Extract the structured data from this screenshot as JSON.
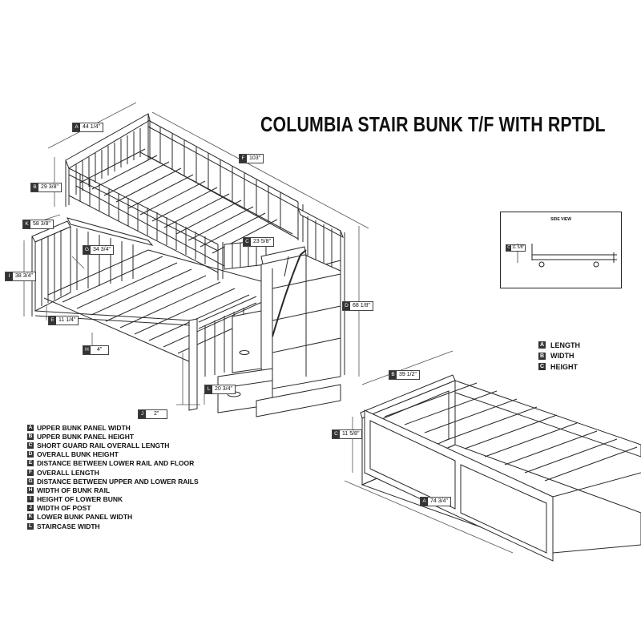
{
  "title": "COLUMBIA STAIR BUNK T/F WITH RPTDL",
  "bunk_dimensions": [
    {
      "key": "A",
      "value": "44 1/4\""
    },
    {
      "key": "F",
      "value": "103\""
    },
    {
      "key": "B",
      "value": "29 3/8\""
    },
    {
      "key": "K",
      "value": "58 3/8\""
    },
    {
      "key": "C",
      "value": "23 5/8\""
    },
    {
      "key": "G",
      "value": "34 3/4\""
    },
    {
      "key": "I",
      "value": "38 3/4\""
    },
    {
      "key": "D",
      "value": "68 1/8\""
    },
    {
      "key": "E",
      "value": "11 1/4\""
    },
    {
      "key": "H",
      "value": "4\""
    },
    {
      "key": "L",
      "value": "20 3/4\""
    },
    {
      "key": "J",
      "value": "2\""
    }
  ],
  "side_view": {
    "title": "SIDE VIEW",
    "dimension": {
      "key": "C",
      "value": "11 5/8\""
    }
  },
  "key_legend": [
    {
      "key": "A",
      "label": "LENGTH"
    },
    {
      "key": "B",
      "label": "WIDTH"
    },
    {
      "key": "C",
      "label": "HEIGHT"
    }
  ],
  "trundle_dimensions": [
    {
      "key": "B",
      "value": "39 1/2\""
    },
    {
      "key": "C",
      "value": "11 5/8\""
    },
    {
      "key": "A",
      "value": "74 3/4\""
    }
  ],
  "legend": [
    {
      "key": "A",
      "label": "UPPER BUNK PANEL WIDTH"
    },
    {
      "key": "B",
      "label": "UPPER BUNK PANEL HEIGHT"
    },
    {
      "key": "C",
      "label": "SHORT GUARD RAIL OVERALL LENGTH"
    },
    {
      "key": "D",
      "label": "OVERALL BUNK HEIGHT"
    },
    {
      "key": "E",
      "label": "DISTANCE BETWEEN LOWER RAIL AND FLOOR"
    },
    {
      "key": "F",
      "label": "OVERALL LENGTH"
    },
    {
      "key": "G",
      "label": "DISTANCE BETWEEN UPPER AND LOWER RAILS"
    },
    {
      "key": "H",
      "label": "WIDTH OF BUNK RAIL"
    },
    {
      "key": "I",
      "label": "HEIGHT OF LOWER BUNK"
    },
    {
      "key": "J",
      "label": "WIDTH OF POST"
    },
    {
      "key": "K",
      "label": "LOWER BUNK PANEL WIDTH"
    },
    {
      "key": "L",
      "label": "STAIRCASE WIDTH"
    }
  ]
}
